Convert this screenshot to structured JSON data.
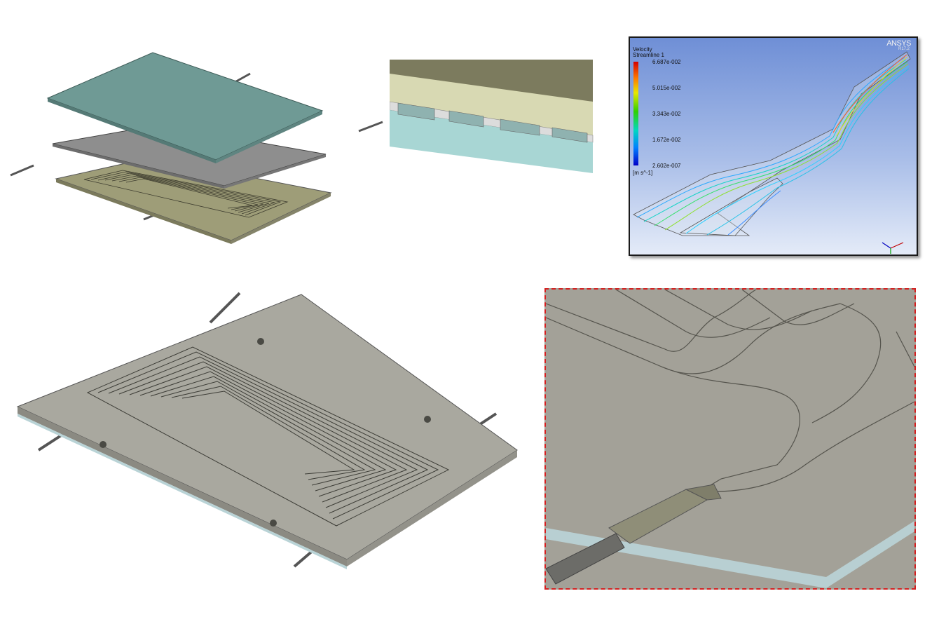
{
  "cfd_legend": {
    "title": "Velocity",
    "subtitle": "Streamline 1",
    "ticks": [
      "6.687e-002",
      "5.015e-002",
      "3.343e-002",
      "1.672e-002",
      "2.602e-007"
    ],
    "unit": "[m s^-1]",
    "brand": "ANSYS",
    "brand_sub": "R17.2"
  },
  "colors": {
    "top_plate": "#6f9a95",
    "middle_plate": "#8e8e8e",
    "channel_plate": "#9e9d78",
    "assembly_plate": "#a9a89f",
    "detail_border": "#d42020"
  },
  "icons": [
    "axis-triad-icon"
  ]
}
